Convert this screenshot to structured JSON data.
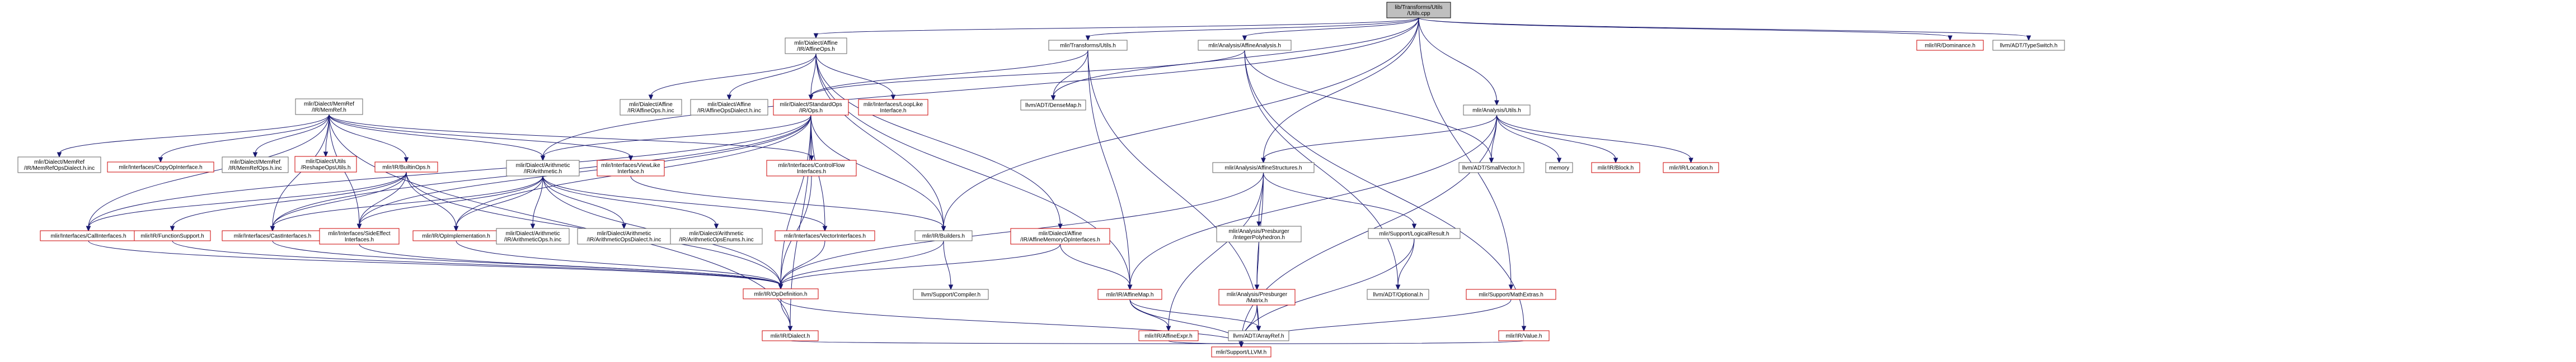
{
  "graph": {
    "nodes": [
      {
        "id": "root",
        "lines": [
          "lib/Transforms/Utils",
          "/Utils.cpp"
        ],
        "kind": "root"
      },
      {
        "id": "affineops",
        "lines": [
          "mlir/Dialect/Affine",
          "/IR/AffineOps.h"
        ],
        "kind": "normal"
      },
      {
        "id": "transformsutils",
        "lines": [
          "mlir/Transforms/Utils.h"
        ],
        "kind": "normal"
      },
      {
        "id": "affineanalysis",
        "lines": [
          "mlir/Analysis/AffineAnalysis.h"
        ],
        "kind": "normal"
      },
      {
        "id": "analysisutils",
        "lines": [
          "mlir/Analysis/Utils.h"
        ],
        "kind": "normal"
      },
      {
        "id": "dominance",
        "lines": [
          "mlir/IR/Dominance.h"
        ],
        "kind": "red"
      },
      {
        "id": "typeswitch",
        "lines": [
          "llvm/ADT/TypeSwitch.h"
        ],
        "kind": "plain"
      },
      {
        "id": "memref",
        "lines": [
          "mlir/Dialect/MemRef",
          "/IR/MemRef.h"
        ],
        "kind": "normal"
      },
      {
        "id": "stdops",
        "lines": [
          "mlir/Dialect/StandardOps",
          "/IR/Ops.h"
        ],
        "kind": "red"
      },
      {
        "id": "densemap",
        "lines": [
          "llvm/ADT/DenseMap.h"
        ],
        "kind": "plain"
      },
      {
        "id": "affineopsh_inc",
        "lines": [
          "mlir/Dialect/Affine",
          "/IR/AffineOps.h.inc"
        ],
        "kind": "plain"
      },
      {
        "id": "affineopsdialect_inc",
        "lines": [
          "mlir/Dialect/Affine",
          "/IR/AffineOpsDialect.h.inc"
        ],
        "kind": "plain"
      },
      {
        "id": "looplike",
        "lines": [
          "mlir/Interfaces/LoopLike",
          "Interface.h"
        ],
        "kind": "red"
      },
      {
        "id": "memrefopsdialect_inc",
        "lines": [
          "mlir/Dialect/MemRef",
          "/IR/MemRefOpsDialect.h.inc"
        ],
        "kind": "plain"
      },
      {
        "id": "copyop",
        "lines": [
          "mlir/Interfaces/CopyOpInterface.h"
        ],
        "kind": "red"
      },
      {
        "id": "memrefops_inc",
        "lines": [
          "mlir/Dialect/MemRef",
          "/IR/MemRefOps.h.inc"
        ],
        "kind": "plain"
      },
      {
        "id": "reshapeops",
        "lines": [
          "mlir/Dialect/Utils",
          "/ReshapeOpsUtils.h"
        ],
        "kind": "red"
      },
      {
        "id": "builtinops",
        "lines": [
          "mlir/IR/BuiltinOps.h"
        ],
        "kind": "red"
      },
      {
        "id": "arith",
        "lines": [
          "mlir/Dialect/Arithmetic",
          "/IR/Arithmetic.h"
        ],
        "kind": "normal"
      },
      {
        "id": "viewlike",
        "lines": [
          "mlir/Interfaces/ViewLike",
          "Interface.h"
        ],
        "kind": "red"
      },
      {
        "id": "controlflow",
        "lines": [
          "mlir/Interfaces/ControlFlow",
          "Interfaces.h"
        ],
        "kind": "red"
      },
      {
        "id": "affinememory",
        "lines": [
          "mlir/Dialect/Affine",
          "/IR/AffineMemoryOpInterfaces.h"
        ],
        "kind": "red"
      },
      {
        "id": "affinestructures",
        "lines": [
          "mlir/Analysis/AffineStructures.h"
        ],
        "kind": "normal"
      },
      {
        "id": "smallvector",
        "lines": [
          "llvm/ADT/SmallVector.h"
        ],
        "kind": "plain"
      },
      {
        "id": "memory",
        "lines": [
          "memory"
        ],
        "kind": "plain"
      },
      {
        "id": "block",
        "lines": [
          "mlir/IR/Block.h"
        ],
        "kind": "red"
      },
      {
        "id": "location",
        "lines": [
          "mlir/IR/Location.h"
        ],
        "kind": "red"
      },
      {
        "id": "callinterfaces",
        "lines": [
          "mlir/Interfaces/CallInterfaces.h"
        ],
        "kind": "red"
      },
      {
        "id": "functionsupport",
        "lines": [
          "mlir/IR/FunctionSupport.h"
        ],
        "kind": "red"
      },
      {
        "id": "castinterfaces",
        "lines": [
          "mlir/Interfaces/CastInterfaces.h"
        ],
        "kind": "red"
      },
      {
        "id": "sideeffect",
        "lines": [
          "mlir/Interfaces/SideEffect",
          "Interfaces.h"
        ],
        "kind": "red"
      },
      {
        "id": "opimpl",
        "lines": [
          "mlir/IR/OpImplementation.h"
        ],
        "kind": "red"
      },
      {
        "id": "arithops_inc",
        "lines": [
          "mlir/Dialect/Arithmetic",
          "/IR/ArithmeticOps.h.inc"
        ],
        "kind": "plain"
      },
      {
        "id": "arithdialect_inc",
        "lines": [
          "mlir/Dialect/Arithmetic",
          "/IR/ArithmeticOpsDialect.h.inc"
        ],
        "kind": "plain"
      },
      {
        "id": "arithenums_inc",
        "lines": [
          "mlir/Dialect/Arithmetic",
          "/IR/ArithmeticOpsEnums.h.inc"
        ],
        "kind": "plain"
      },
      {
        "id": "vectorinterfaces",
        "lines": [
          "mlir/Interfaces/VectorInterfaces.h"
        ],
        "kind": "red"
      },
      {
        "id": "builders",
        "lines": [
          "mlir/IR/Builders.h"
        ],
        "kind": "normal"
      },
      {
        "id": "presburgerpoly",
        "lines": [
          "mlir/Analysis/Presburger",
          "/IntegerPolyhedron.h"
        ],
        "kind": "normal"
      },
      {
        "id": "logicalresult",
        "lines": [
          "mlir/Support/LogicalResult.h"
        ],
        "kind": "normal"
      },
      {
        "id": "opdefinition",
        "lines": [
          "mlir/IR/OpDefinition.h"
        ],
        "kind": "red"
      },
      {
        "id": "compiler",
        "lines": [
          "llvm/Support/Compiler.h"
        ],
        "kind": "plain"
      },
      {
        "id": "affinemap",
        "lines": [
          "mlir/IR/AffineMap.h"
        ],
        "kind": "red"
      },
      {
        "id": "presburgermatrix",
        "lines": [
          "mlir/Analysis/Presburger",
          "/Matrix.h"
        ],
        "kind": "red"
      },
      {
        "id": "optional",
        "lines": [
          "llvm/ADT/Optional.h"
        ],
        "kind": "plain"
      },
      {
        "id": "dialect",
        "lines": [
          "mlir/IR/Dialect.h"
        ],
        "kind": "red"
      },
      {
        "id": "affineexpr",
        "lines": [
          "mlir/IR/AffineExpr.h"
        ],
        "kind": "red"
      },
      {
        "id": "arrayref",
        "lines": [
          "llvm/ADT/ArrayRef.h"
        ],
        "kind": "plain"
      },
      {
        "id": "value",
        "lines": [
          "mlir/IR/Value.h"
        ],
        "kind": "red"
      },
      {
        "id": "mathextras",
        "lines": [
          "mlir/Support/MathExtras.h"
        ],
        "kind": "red"
      },
      {
        "id": "llvmh",
        "lines": [
          "mlir/Support/LLVM.h"
        ],
        "kind": "red"
      }
    ],
    "edges": [
      [
        "root",
        "affineops"
      ],
      [
        "root",
        "transformsutils"
      ],
      [
        "root",
        "affineanalysis"
      ],
      [
        "root",
        "analysisutils"
      ],
      [
        "root",
        "dominance"
      ],
      [
        "root",
        "typeswitch"
      ],
      [
        "root",
        "arith"
      ],
      [
        "root",
        "densemap"
      ],
      [
        "root",
        "builders"
      ],
      [
        "root",
        "affinestructures"
      ],
      [
        "root",
        "mathextras"
      ],
      [
        "affineops",
        "stdops"
      ],
      [
        "affineops",
        "affineopsh_inc"
      ],
      [
        "affineops",
        "affineopsdialect_inc"
      ],
      [
        "affineops",
        "looplike"
      ],
      [
        "affineops",
        "affinememory"
      ],
      [
        "affineops",
        "affinemap"
      ],
      [
        "affineops",
        "builders"
      ],
      [
        "transformsutils",
        "stdops"
      ],
      [
        "transformsutils",
        "densemap"
      ],
      [
        "transformsutils",
        "affinemap"
      ],
      [
        "transformsutils",
        "arrayref"
      ],
      [
        "affineanalysis",
        "stdops"
      ],
      [
        "affineanalysis",
        "smallvector"
      ],
      [
        "affineanalysis",
        "optional"
      ],
      [
        "affineanalysis",
        "value"
      ],
      [
        "analysisutils",
        "affinestructures"
      ],
      [
        "analysisutils",
        "smallvector"
      ],
      [
        "analysisutils",
        "memory"
      ],
      [
        "analysisutils",
        "block"
      ],
      [
        "analysisutils",
        "location"
      ],
      [
        "analysisutils",
        "llvmh"
      ],
      [
        "analysisutils",
        "affinemap"
      ],
      [
        "memref",
        "memrefopsdialect_inc"
      ],
      [
        "memref",
        "copyop"
      ],
      [
        "memref",
        "memrefops_inc"
      ],
      [
        "memref",
        "reshapeops"
      ],
      [
        "memref",
        "builtinops"
      ],
      [
        "memref",
        "arith"
      ],
      [
        "memref",
        "controlflow"
      ],
      [
        "memref",
        "callinterfaces"
      ],
      [
        "memref",
        "castinterfaces"
      ],
      [
        "memref",
        "sideeffect"
      ],
      [
        "memref",
        "viewlike"
      ],
      [
        "memref",
        "dialect"
      ],
      [
        "stdops",
        "arith"
      ],
      [
        "stdops",
        "castinterfaces"
      ],
      [
        "stdops",
        "sideeffect"
      ],
      [
        "stdops",
        "opimpl"
      ],
      [
        "stdops",
        "vectorinterfaces"
      ],
      [
        "stdops",
        "builders"
      ],
      [
        "stdops",
        "controlflow"
      ],
      [
        "stdops",
        "dialect"
      ],
      [
        "stdops",
        "callinterfaces"
      ],
      [
        "stdops",
        "opdefinition"
      ],
      [
        "builtinops",
        "opdefinition"
      ],
      [
        "builtinops",
        "functionsupport"
      ],
      [
        "builtinops",
        "castinterfaces"
      ],
      [
        "builtinops",
        "opimpl"
      ],
      [
        "builtinops",
        "sideeffect"
      ],
      [
        "builtinops",
        "callinterfaces"
      ],
      [
        "arith",
        "arithops_inc"
      ],
      [
        "arith",
        "arithdialect_inc"
      ],
      [
        "arith",
        "arithenums_inc"
      ],
      [
        "arith",
        "opimpl"
      ],
      [
        "arith",
        "sideeffect"
      ],
      [
        "arith",
        "castinterfaces"
      ],
      [
        "arith",
        "vectorinterfaces"
      ],
      [
        "arith",
        "opdefinition"
      ],
      [
        "viewlike",
        "builders"
      ],
      [
        "controlflow",
        "opdefinition"
      ],
      [
        "affinememory",
        "affinemap"
      ],
      [
        "affinememory",
        "opdefinition"
      ],
      [
        "affinestructures",
        "presburgerpoly"
      ],
      [
        "affinestructures",
        "logicalresult"
      ],
      [
        "affinestructures",
        "presburgermatrix"
      ],
      [
        "affinestructures",
        "affineexpr"
      ],
      [
        "affinestructures",
        "opdefinition"
      ],
      [
        "callinterfaces",
        "opdefinition"
      ],
      [
        "functionsupport",
        "opdefinition"
      ],
      [
        "castinterfaces",
        "opdefinition"
      ],
      [
        "sideeffect",
        "opdefinition"
      ],
      [
        "opimpl",
        "opdefinition"
      ],
      [
        "vectorinterfaces",
        "opdefinition"
      ],
      [
        "builders",
        "opdefinition"
      ],
      [
        "builders",
        "compiler"
      ],
      [
        "presburgerpoly",
        "presburgermatrix"
      ],
      [
        "logicalresult",
        "optional"
      ],
      [
        "logicalresult",
        "llvmh"
      ],
      [
        "opdefinition",
        "dialect"
      ],
      [
        "opdefinition",
        "llvmh"
      ],
      [
        "affinemap",
        "affineexpr"
      ],
      [
        "affinemap",
        "arrayref"
      ],
      [
        "affinemap",
        "llvmh"
      ],
      [
        "presburgermatrix",
        "arrayref"
      ],
      [
        "presburgermatrix",
        "llvmh"
      ],
      [
        "affineexpr",
        "llvmh"
      ],
      [
        "value",
        "llvmh"
      ],
      [
        "mathextras",
        "llvmh"
      ],
      [
        "dialect",
        "llvmh"
      ]
    ]
  }
}
